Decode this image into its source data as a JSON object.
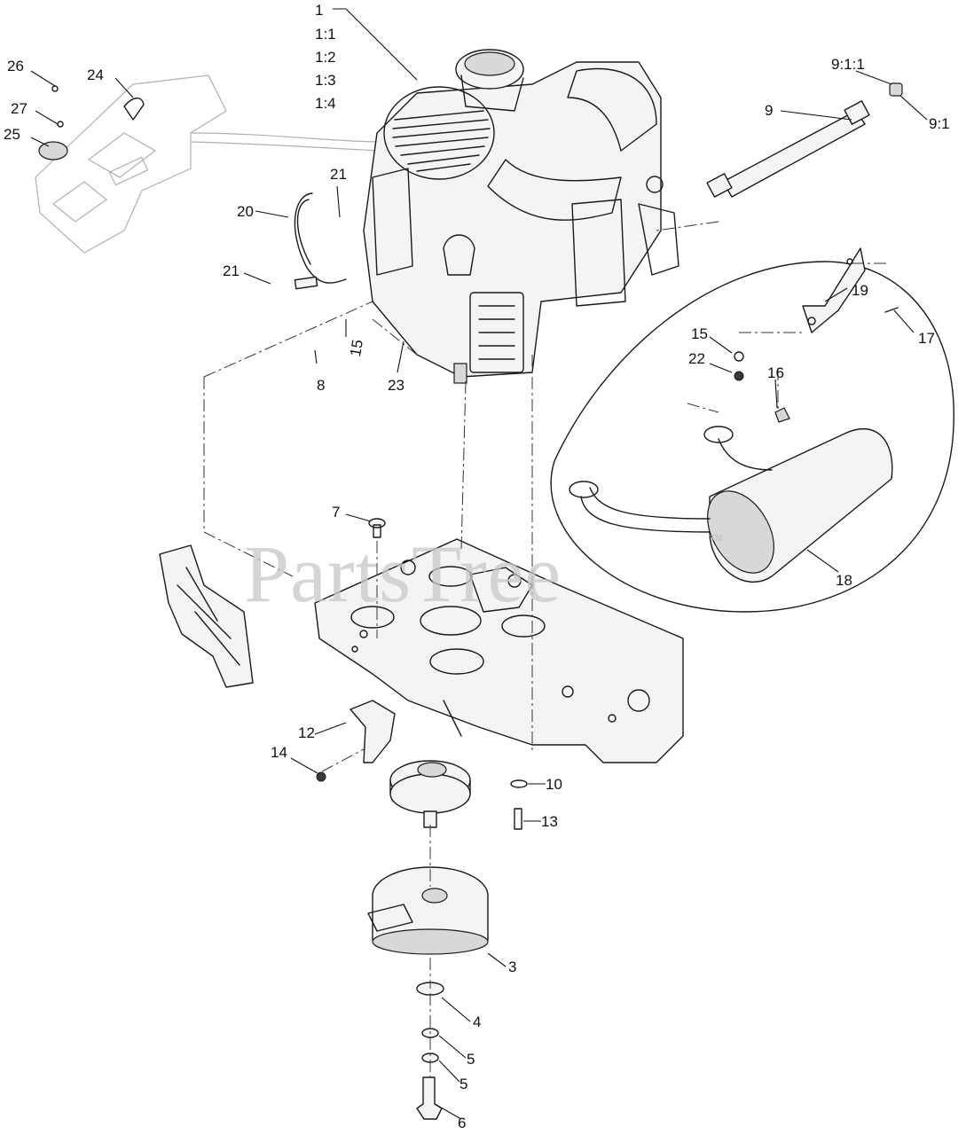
{
  "watermark": {
    "text": "PartsTree",
    "mark": "TM"
  },
  "callouts": {
    "c1": "1",
    "c1_1": "1:1",
    "c1_2": "1:2",
    "c1_3": "1:3",
    "c1_4": "1:4",
    "c3": "3",
    "c4": "4",
    "c5a": "5",
    "c5b": "5",
    "c6": "6",
    "c7": "7",
    "c8": "8",
    "c9": "9",
    "c9_1": "9:1",
    "c9_1_1": "9:1:1",
    "c10": "10",
    "c12": "12",
    "c13": "13",
    "c14": "14",
    "c15a": "15",
    "c15b": "15",
    "c16": "16",
    "c17": "17",
    "c18": "18",
    "c19": "19",
    "c20": "20",
    "c21a": "21",
    "c21b": "21",
    "c22": "22",
    "c23": "23",
    "c24": "24",
    "c25": "25",
    "c26": "26",
    "c27": "27"
  },
  "colors": {
    "line": "#1a1a1a",
    "watermark": "#c8c8c8",
    "background": "#ffffff"
  }
}
